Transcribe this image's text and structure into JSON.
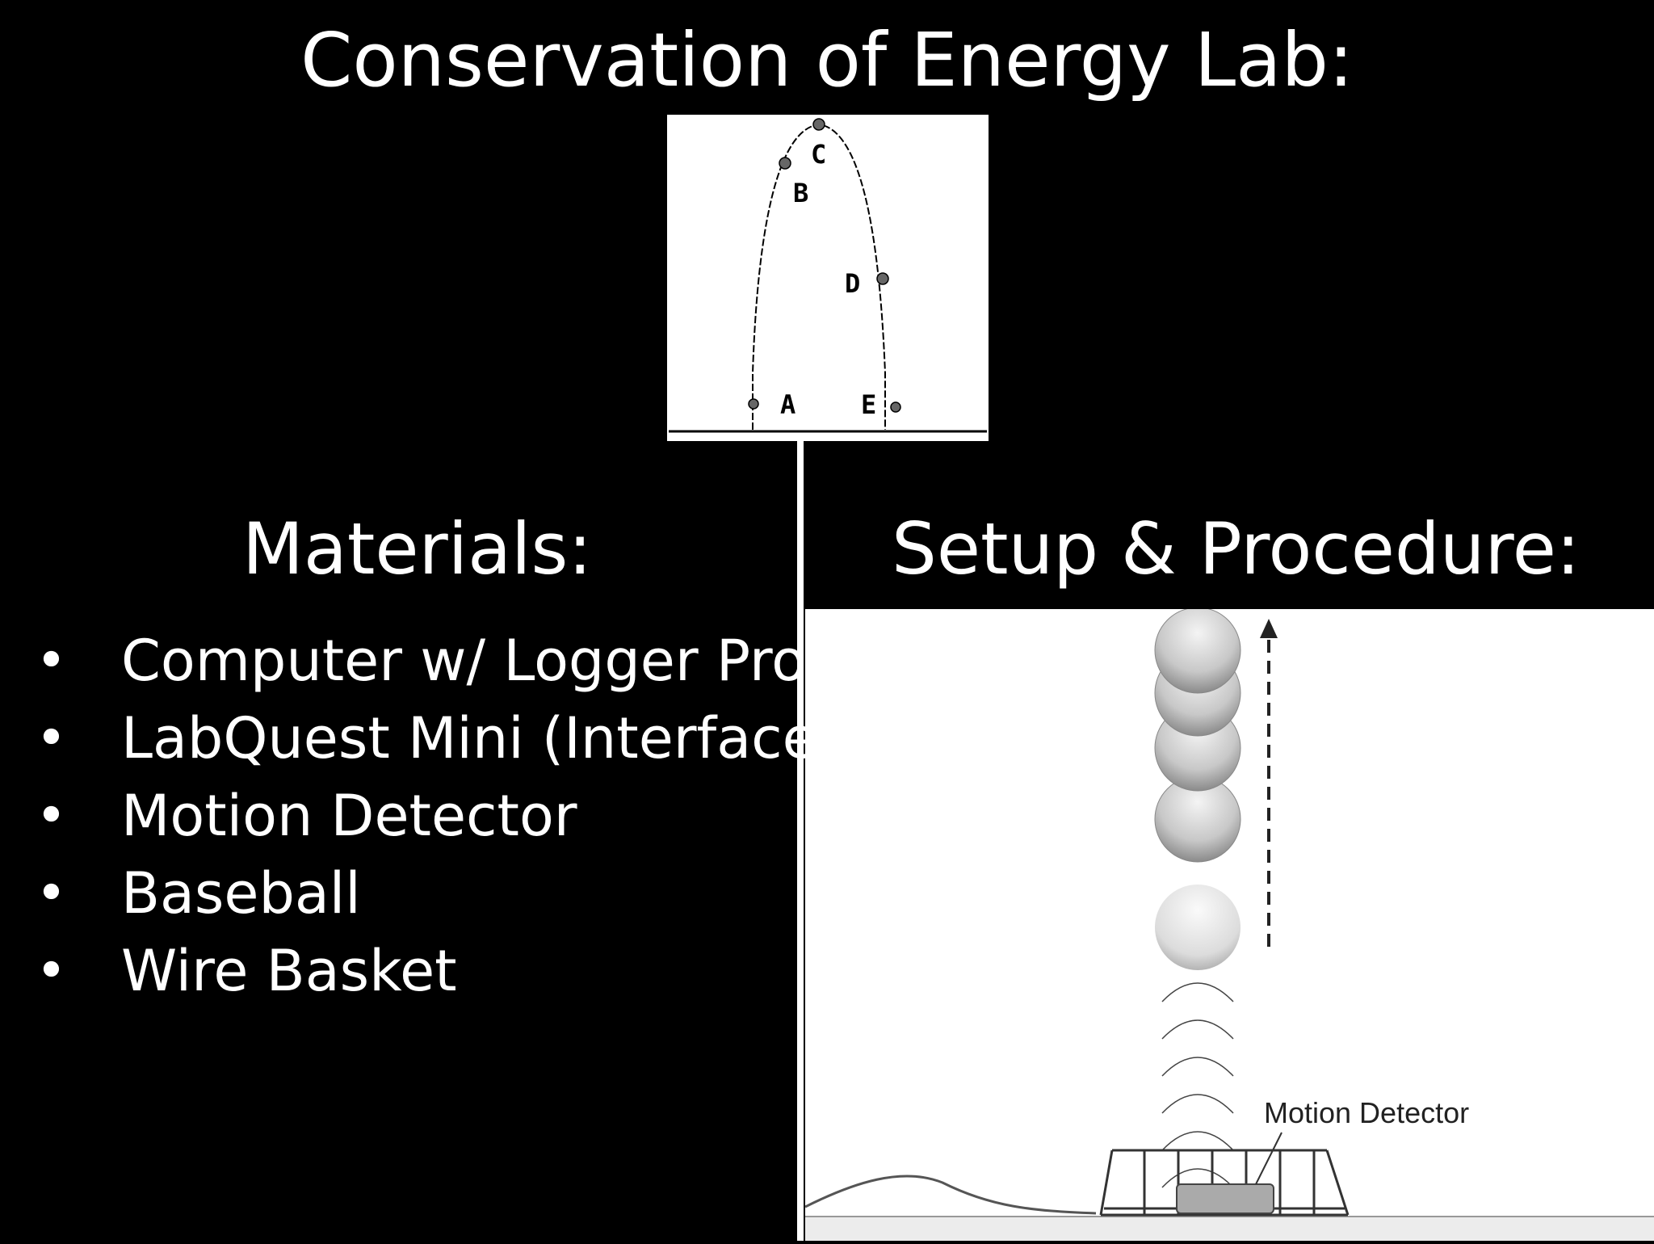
{
  "title": "Conservation of Energy Lab:",
  "trajectory_diagram": {
    "point_labels": [
      "A",
      "B",
      "C",
      "D",
      "E"
    ]
  },
  "materials": {
    "heading": "Materials:",
    "items": [
      "Computer w/ Logger Pro",
      "LabQuest Mini (Interface)",
      "Motion Detector",
      "Baseball",
      "Wire Basket"
    ]
  },
  "setup": {
    "heading": "Setup & Procedure:",
    "detector_label": "Motion Detector"
  },
  "colors": {
    "background": "#000000",
    "text": "#ffffff",
    "diagram_bg": "#ffffff"
  }
}
